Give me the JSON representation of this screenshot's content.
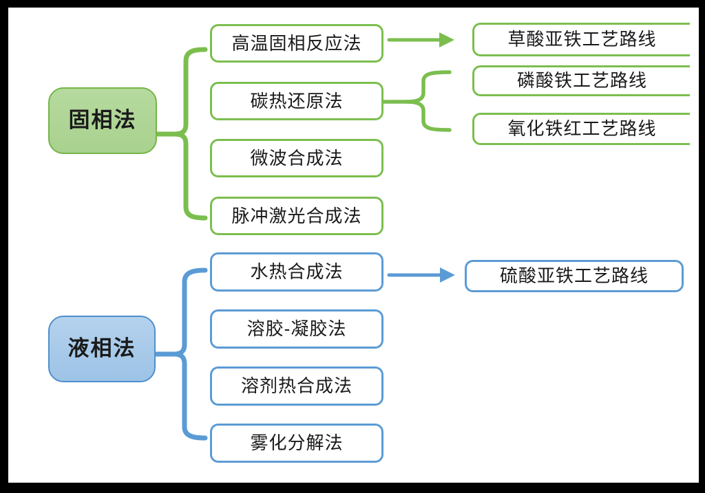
{
  "diagram": {
    "title_hint": "LiFePO4 synthesis methods and process routes mind map",
    "groups": [
      {
        "parent": "固相法",
        "methods": [
          "高温固相反应法",
          "碳热还原法",
          "微波合成法",
          "脉冲激光合成法"
        ],
        "routes": [
          {
            "label": "草酸亚铁工艺路线",
            "from": "高温固相反应法",
            "connector": "arrow"
          },
          {
            "label": "磷酸铁工艺路线",
            "from": "碳热还原法",
            "connector": "brace"
          },
          {
            "label": "氧化铁红工艺路线",
            "from": "碳热还原法",
            "connector": "brace"
          }
        ]
      },
      {
        "parent": "液相法",
        "methods": [
          "水热合成法",
          "溶胶-凝胶法",
          "溶剂热合成法",
          "雾化分解法"
        ],
        "routes": [
          {
            "label": "硫酸亚铁工艺路线",
            "from": "水热合成法",
            "connector": "arrow"
          }
        ]
      }
    ]
  },
  "colors": {
    "frame": "#000000",
    "canvas_bg": "#FFFFFF",
    "green_accent": "#7BBE4E",
    "green_parent_fill": "#A9D18E",
    "blue_accent": "#5B9BD5",
    "blue_parent_fill": "#9DC3E6",
    "text": "#1A1A1A"
  }
}
